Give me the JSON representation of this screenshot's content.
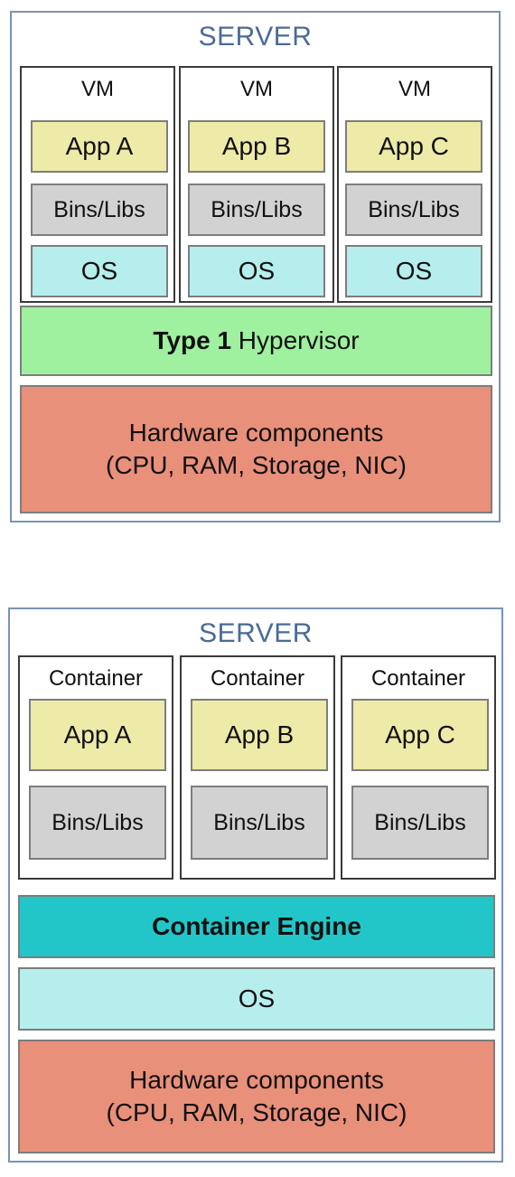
{
  "vm_diagram": {
    "server_label": "SERVER",
    "units": [
      {
        "label": "VM",
        "app": "App A",
        "bins": "Bins/Libs",
        "os": "OS"
      },
      {
        "label": "VM",
        "app": "App B",
        "bins": "Bins/Libs",
        "os": "OS"
      },
      {
        "label": "VM",
        "app": "App C",
        "bins": "Bins/Libs",
        "os": "OS"
      }
    ],
    "hypervisor_bold": "Type 1",
    "hypervisor_rest": " Hypervisor",
    "hardware_line1": "Hardware components",
    "hardware_line2": "(CPU, RAM, Storage, NIC)"
  },
  "container_diagram": {
    "server_label": "SERVER",
    "units": [
      {
        "label": "Container",
        "app": "App A",
        "bins": "Bins/Libs"
      },
      {
        "label": "Container",
        "app": "App B",
        "bins": "Bins/Libs"
      },
      {
        "label": "Container",
        "app": "App C",
        "bins": "Bins/Libs"
      }
    ],
    "engine": "Container Engine",
    "os": "OS",
    "hardware_line1": "Hardware components",
    "hardware_line2": "(CPU, RAM, Storage, NIC)"
  },
  "colors": {
    "server_border": "#7a93b5",
    "server_label": "#4a6b97",
    "app": "#eeeaa8",
    "bins": "#d2d2d2",
    "os": "#b6eeee",
    "hypervisor": "#9ff09f",
    "engine": "#22c6c9",
    "hardware": "#e9907a"
  }
}
